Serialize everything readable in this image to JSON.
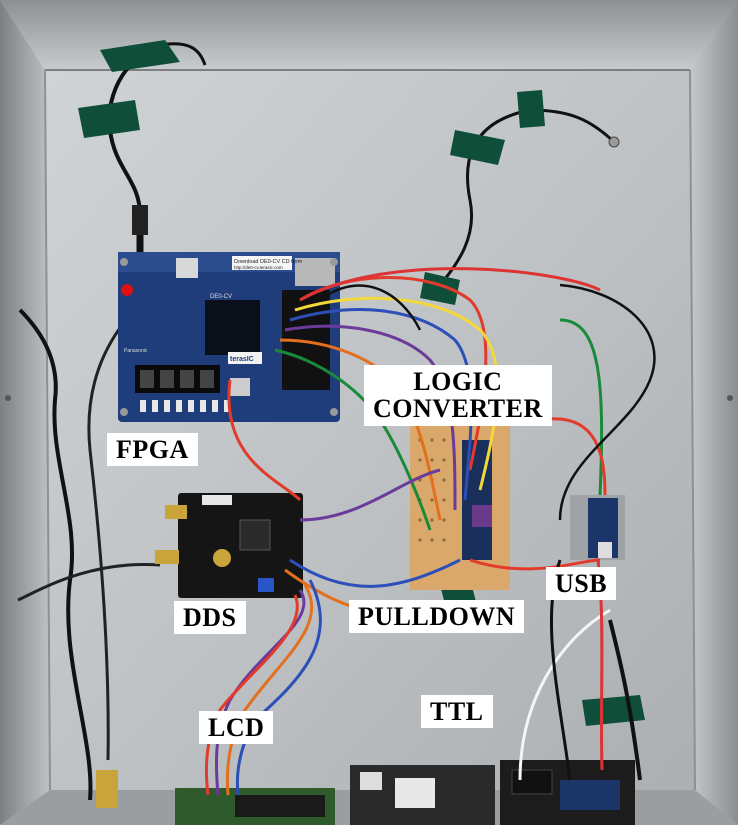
{
  "photo": {
    "labels": {
      "fpga": "FPGA",
      "logic_converter": "LOGIC\nCONVERTER",
      "dds": "DDS",
      "pulldown": "PULLDOWN",
      "usb": "USB",
      "lcd": "LCD",
      "ttl": "TTL"
    },
    "board_print": {
      "fpga_header": "Download DE0-CV CD from",
      "fpga_url": "http://de0-cv.terasic.com",
      "fpga_model": "DE0-CV",
      "fpga_brand": "terasIC",
      "fpga_panasonic": "Panasonic"
    },
    "colors": {
      "enclosure": "#c4c8ca",
      "board_blue": "#1f3d7a",
      "dds_black": "#151515",
      "tape_green": "#0f4f3a",
      "perfboard": "#d9a86a"
    }
  }
}
